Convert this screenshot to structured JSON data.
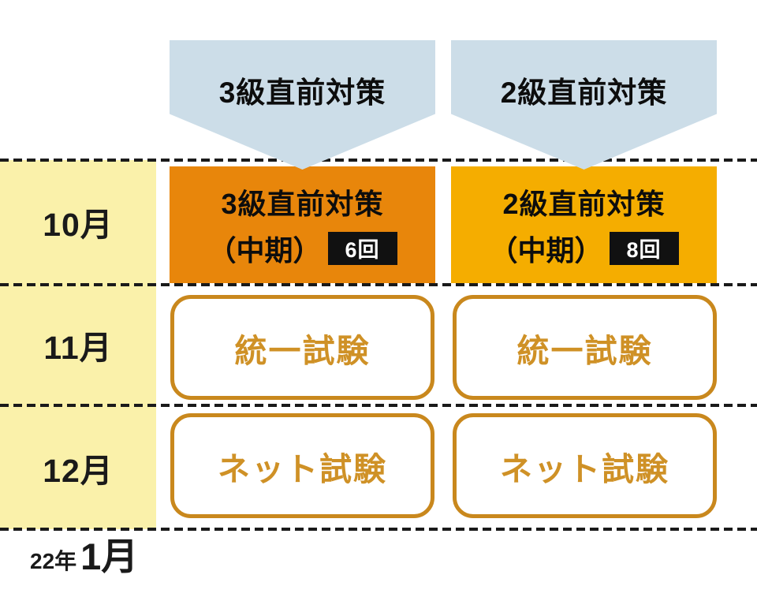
{
  "banners": [
    {
      "label": "3級直前対策"
    },
    {
      "label": "2級直前対策"
    }
  ],
  "timeline": {
    "months": [
      {
        "label": "10月"
      },
      {
        "label": "11月"
      },
      {
        "label": "12月"
      }
    ],
    "footer": {
      "year": "22年",
      "month": "1月"
    }
  },
  "columns": [
    {
      "course": {
        "title": "3級直前対策",
        "subtitle": "（中期）",
        "count": "6回"
      },
      "exams": [
        {
          "label": "統一試験"
        },
        {
          "label": "ネット試験"
        }
      ]
    },
    {
      "course": {
        "title": "2級直前対策",
        "subtitle": "（中期）",
        "count": "8回"
      },
      "exams": [
        {
          "label": "統一試験"
        },
        {
          "label": "ネット試験"
        }
      ]
    }
  ],
  "colors": {
    "banner_blue": "#ccdde8",
    "grade3_orange": "#e8860b",
    "grade2_amber": "#f5ad00",
    "month_column_yellow": "#faf1aa",
    "exam_border_gold": "#c9881d",
    "exam_text_gold": "#cf9126",
    "badge_black": "#111111",
    "ink": "#1a1a1a"
  }
}
